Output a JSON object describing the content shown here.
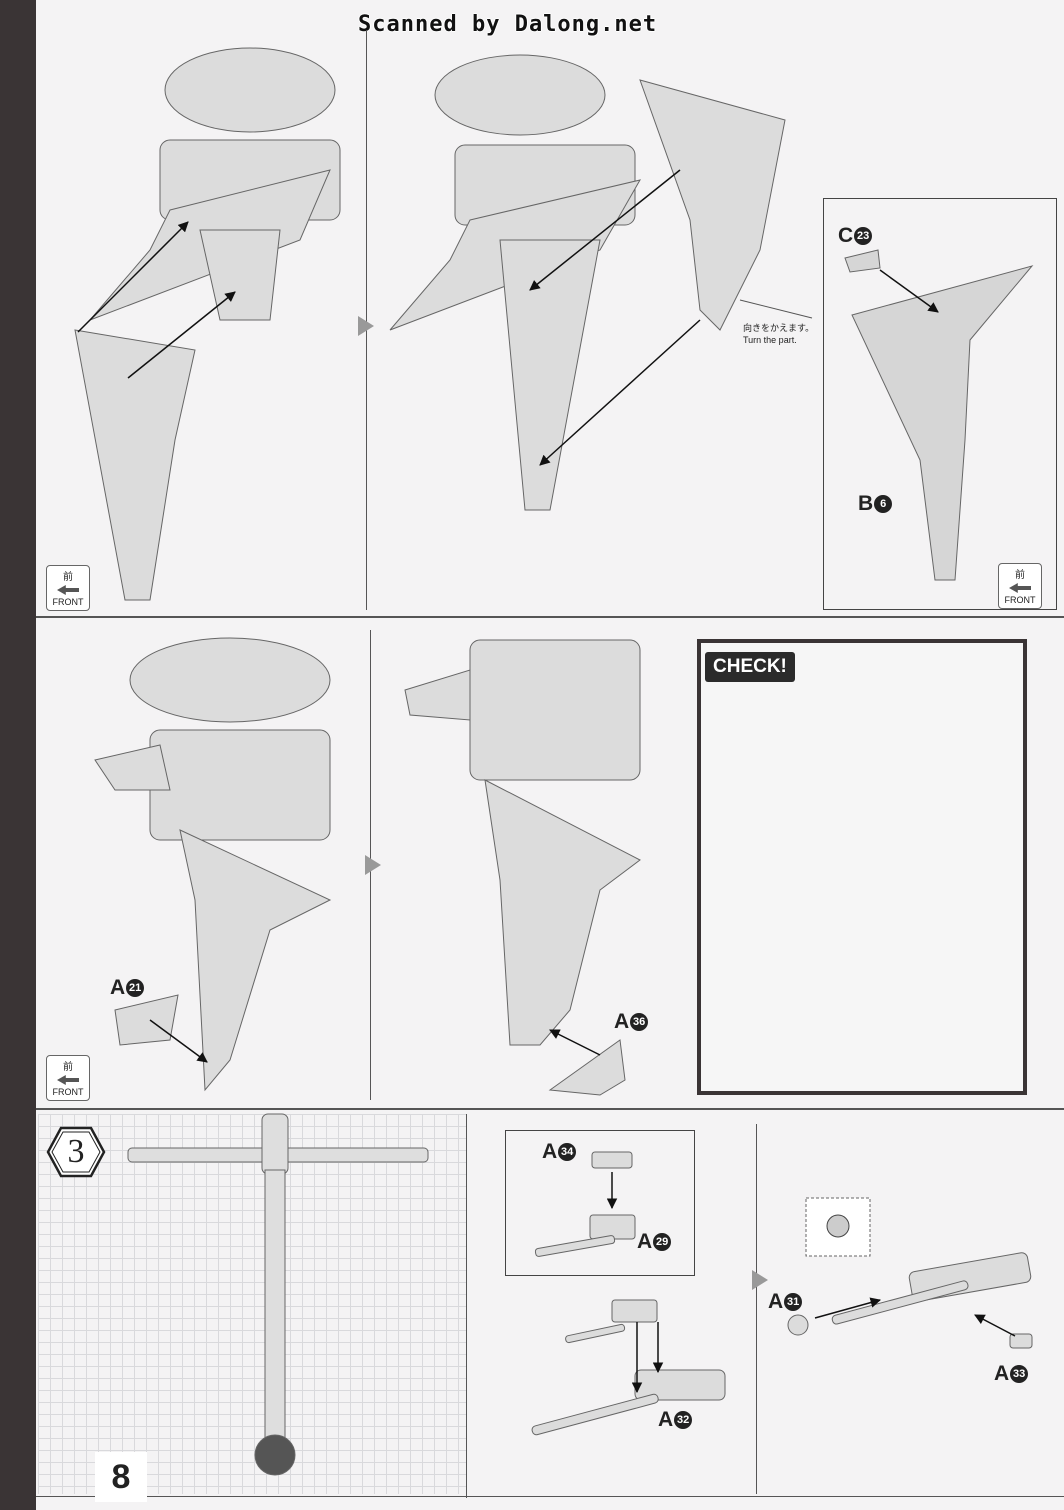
{
  "header": {
    "scan_credit": "Scanned by Dalong.net"
  },
  "icons": {
    "front_jp": "前",
    "front_en": "FRONT"
  },
  "step1": {
    "note_jp": "向きをかえます。",
    "note_en": "Turn the part.",
    "part_c23": {
      "letter": "C",
      "num": "23"
    },
    "part_b6": {
      "letter": "B",
      "num": "6"
    }
  },
  "step2": {
    "check_label": "CHECK!",
    "part_a21": {
      "letter": "A",
      "num": "21"
    },
    "part_a36": {
      "letter": "A",
      "num": "36"
    }
  },
  "step3": {
    "number": "3",
    "part_a34": {
      "letter": "A",
      "num": "34"
    },
    "part_a29": {
      "letter": "A",
      "num": "29"
    },
    "part_a32": {
      "letter": "A",
      "num": "32"
    },
    "part_a31": {
      "letter": "A",
      "num": "31"
    },
    "part_a33": {
      "letter": "A",
      "num": "33"
    }
  },
  "page_number": "8"
}
